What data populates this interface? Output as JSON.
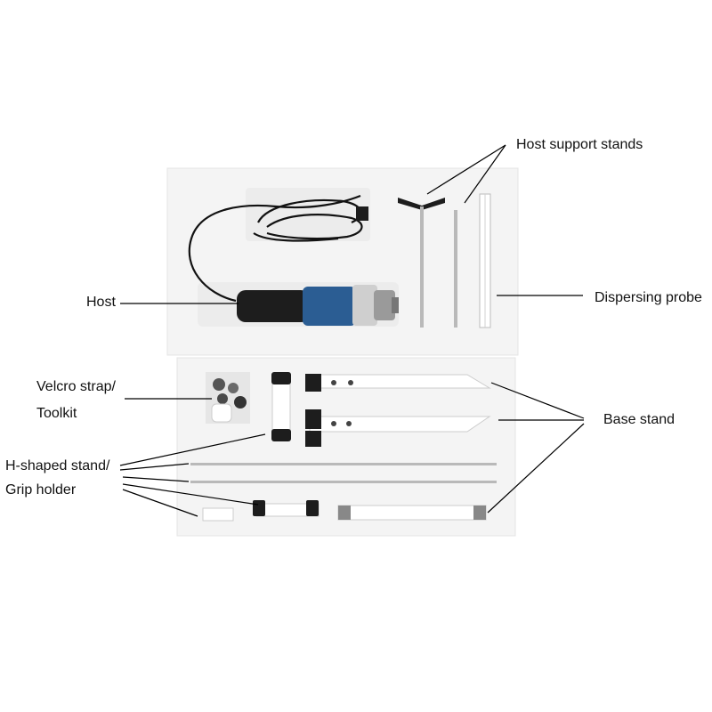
{
  "labels": {
    "host_support_stands": "Host support stands",
    "host": "Host",
    "dispersing_probe": "Dispersing probe",
    "velcro_strap": "Velcro strap/",
    "toolkit": "Toolkit",
    "base_stand": "Base stand",
    "h_shaped_stand": "H-shaped stand/",
    "grip_holder": "Grip holder"
  },
  "colors": {
    "foam": "#f4f4f4",
    "foam_shadow": "#e2e2e2",
    "host_blue": "#2b5d93",
    "host_black": "#1d1d1d",
    "metal": "#b9b9b9",
    "leader": "#000000"
  }
}
